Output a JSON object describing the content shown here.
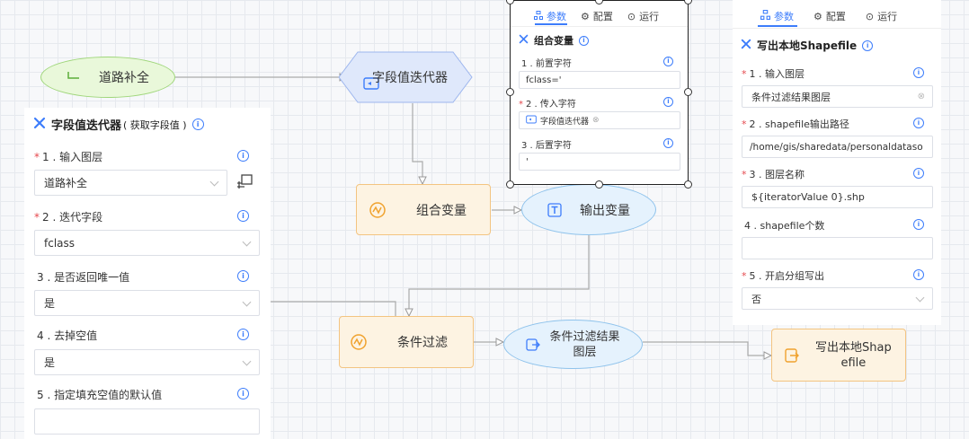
{
  "canvas": {
    "nodes": {
      "road_supplement": "道路补全",
      "field_iterator": "字段值迭代器",
      "combine_variable": "组合变量",
      "output_variable": "输出变量",
      "condition_filter": "条件过滤",
      "filter_result_line1": "条件过滤结果",
      "filter_result_line2": "图层",
      "write_shapefile_line1": "写出本地Shap",
      "write_shapefile_line2": "efile"
    }
  },
  "left_panel": {
    "title": "字段值迭代器",
    "subtitle": "( 获取字段值 )",
    "fields": [
      {
        "label": "1 . 输入图层",
        "required": "*",
        "value": "道路补全"
      },
      {
        "label": "2 . 迭代字段",
        "required": "*",
        "value": "fclass"
      },
      {
        "label": "3 . 是否返回唯一值",
        "required": "",
        "value": "是"
      },
      {
        "label": "4 . 去掉空值",
        "required": "",
        "value": "是"
      },
      {
        "label": "5 . 指定填充空值的默认值",
        "required": "",
        "value": ""
      }
    ]
  },
  "middle_panel": {
    "tabs": [
      "参数",
      "配置",
      "运行"
    ],
    "title": "组合变量",
    "fields": [
      {
        "label": "1 . 前置字符",
        "required": "",
        "value": "fclass='"
      },
      {
        "label": "2 . 传入字符",
        "required": "*",
        "value": "字段值迭代器"
      },
      {
        "label": "3 . 后置字符",
        "required": "",
        "value": "'"
      }
    ]
  },
  "right_panel": {
    "tabs": [
      "参数",
      "配置",
      "运行"
    ],
    "title": "写出本地Shapefile",
    "fields": [
      {
        "label": "1 . 输入图层",
        "required": "*",
        "value": "条件过滤结果图层"
      },
      {
        "label": "2 . shapefile输出路径",
        "required": "*",
        "value": "/home/gis/sharedata/personaldataso"
      },
      {
        "label": "3 . 图层名称",
        "required": "*",
        "value": "${iteratorValue 0}.shp"
      },
      {
        "label": "4 . shapefile个数",
        "required": "",
        "value": ""
      },
      {
        "label": "5 . 开启分组写出",
        "required": "*",
        "value": "否"
      }
    ]
  },
  "colors": {
    "accent": "#3d7dfb",
    "required": "#e5484d",
    "orange_icon": "#f0a22e",
    "green_icon": "#5cae3a"
  }
}
